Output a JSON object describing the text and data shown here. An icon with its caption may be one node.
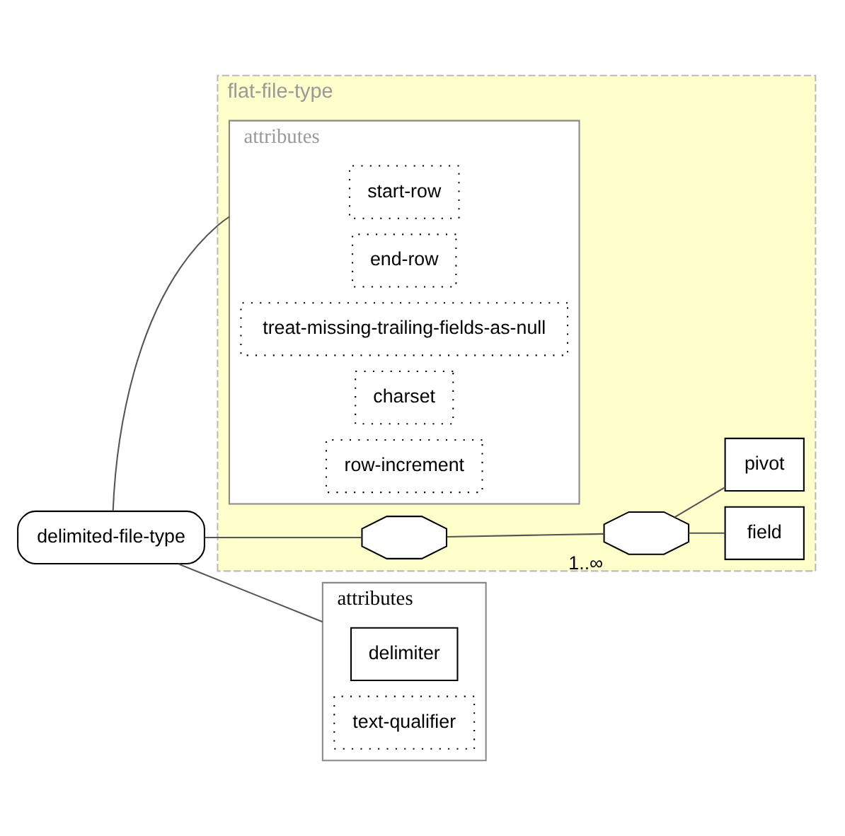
{
  "diagram": {
    "nodes": [
      {
        "text": [
          "delimited-file-type"
        ]
      },
      {
        "text": [
          "flat-file-type"
        ]
      },
      {
        "text": [
          "attributes"
        ],
        "in": 1
      },
      {
        "text": [
          "start-row"
        ],
        "in": 2
      },
      {
        "text": [
          "end-row"
        ],
        "in": 2
      },
      {
        "text": [
          "treat-missing-trailing-fields-as-null"
        ],
        "in": 2
      },
      {
        "text": [
          "charset"
        ],
        "in": 2
      },
      {
        "text": [
          "row-increment"
        ],
        "in": 2
      },
      {
        "text": [],
        "shape": "octagon",
        "in": 1
      },
      {
        "text": [],
        "shape": "octagon",
        "in": 1,
        "beside": [
          "1..∞"
        ]
      },
      {
        "text": [
          "field"
        ],
        "in": 1
      },
      {
        "text": [
          "pivot"
        ],
        "in": 1
      },
      {
        "text": [
          "attributes"
        ]
      },
      {
        "text": [
          "delimiter"
        ],
        "in": 12
      },
      {
        "text": [
          "text-qualifier"
        ],
        "in": 12
      }
    ],
    "edges": [
      {
        "from": 0,
        "to": 2,
        "arrow": "none"
      },
      {
        "from": 0,
        "to": 8,
        "arrow": "none"
      },
      {
        "from": 8,
        "to": 9,
        "arrow": "none"
      },
      {
        "from": 9,
        "to": 10,
        "arrow": "none"
      },
      {
        "from": 9,
        "to": 11,
        "arrow": "none"
      },
      {
        "from": 0,
        "to": 12,
        "arrow": "none"
      }
    ]
  }
}
